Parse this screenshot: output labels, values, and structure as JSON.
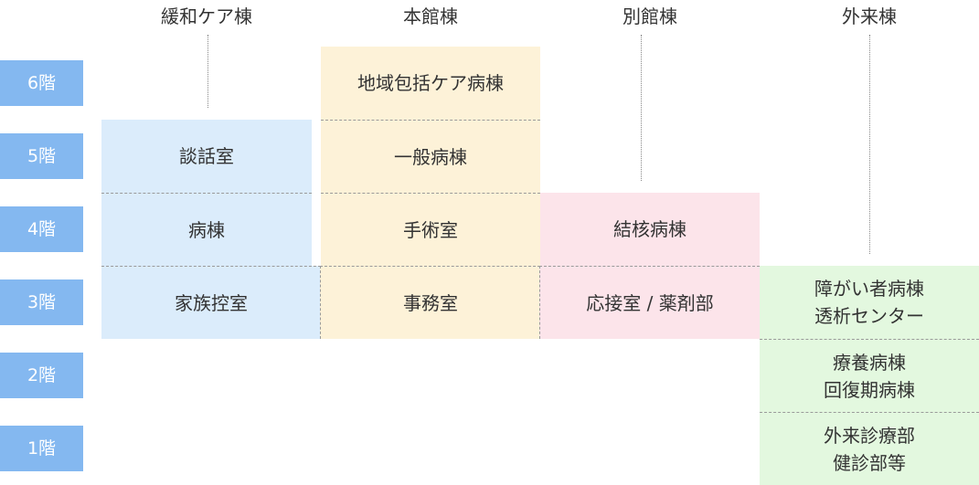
{
  "buildings": [
    {
      "key": "palliative",
      "name": "緩和ケア棟"
    },
    {
      "key": "main",
      "name": "本館棟"
    },
    {
      "key": "annex",
      "name": "別館棟"
    },
    {
      "key": "outpatient",
      "name": "外来棟"
    }
  ],
  "floors": [
    "6階",
    "5階",
    "4階",
    "3階",
    "2階",
    "1階"
  ],
  "rooms": {
    "palliative": [
      "談話室",
      "病棟",
      "家族控室"
    ],
    "main": [
      "地域包括ケア病棟",
      "一般病棟",
      "手術室",
      "事務室"
    ],
    "annex": [
      "結核病棟",
      "応接室 / 薬剤部"
    ],
    "outpatient": [
      [
        "障がい者病棟",
        "透析センター"
      ],
      [
        "療養病棟",
        "回復期病棟"
      ],
      [
        "外来診療部",
        "健診部等"
      ]
    ]
  },
  "colors": {
    "floor_label_bg": "#84b8f0",
    "palliative": "#dbecfb",
    "main": "#fdf2d8",
    "annex": "#fce4ea",
    "outpatient": "#e3f8df"
  }
}
